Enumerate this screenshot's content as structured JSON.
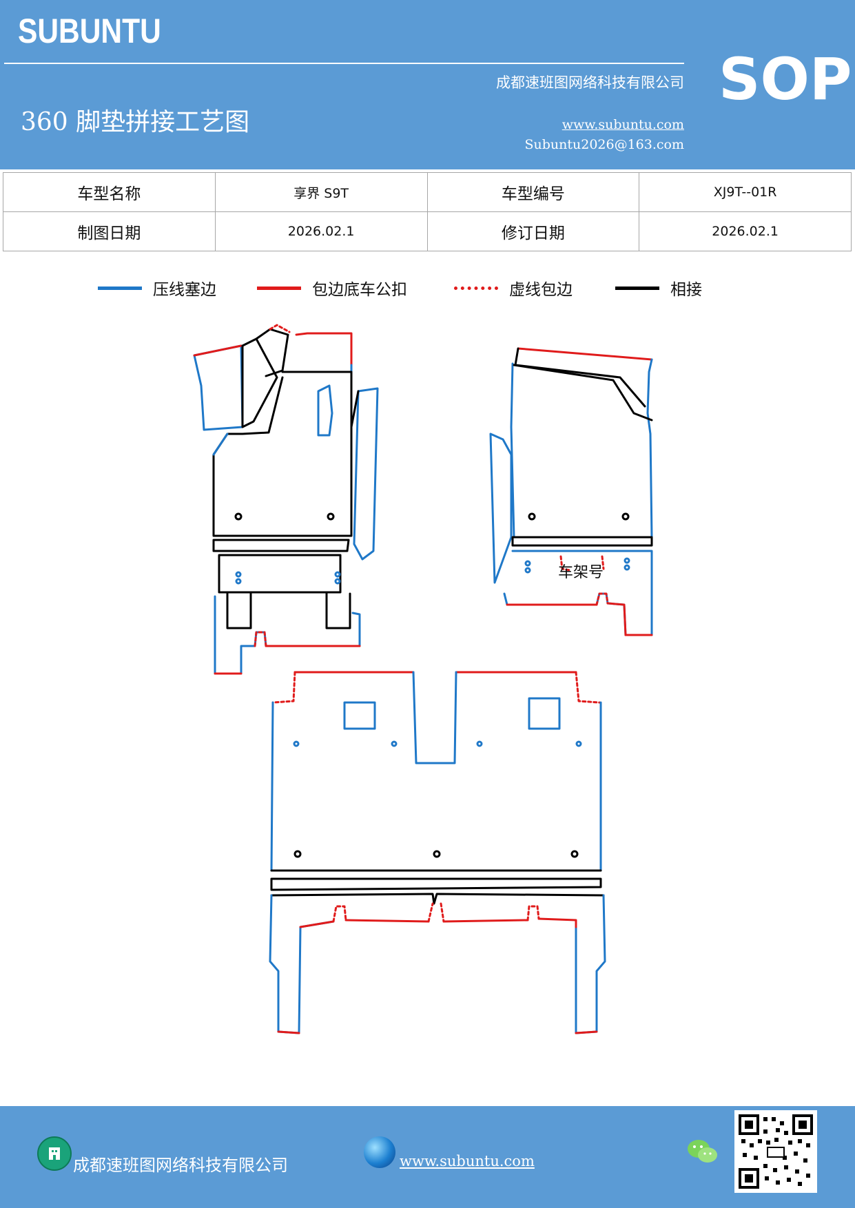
{
  "header": {
    "brand": "SUBUNTU",
    "company": "成都速班图网络科技有限公司",
    "title": "360 脚垫拼接工艺图",
    "website": "www.subuntu.com",
    "email": "Subuntu2026@163.com",
    "badge": "SOP"
  },
  "info_table": {
    "model_name_label": "车型名称",
    "model_name_value": "享界 S9T",
    "model_code_label": "车型编号",
    "model_code_value": "XJ9T--01R",
    "draw_date_label": "制图日期",
    "draw_date_value": "2026.02.1",
    "revise_date_label": "修订日期",
    "revise_date_value": "2026.02.1"
  },
  "legend": [
    {
      "label": "压线塞边",
      "color": "#1f78c8",
      "style": "solid"
    },
    {
      "label": "包边底车公扣",
      "color": "#e01b1b",
      "style": "solid"
    },
    {
      "label": "虚线包边",
      "color": "#e01b1b",
      "style": "dotted"
    },
    {
      "label": "相接",
      "color": "#000000",
      "style": "solid"
    }
  ],
  "diagram": {
    "frame_label": "车架号"
  },
  "footer": {
    "company": "成都速班图网络科技有限公司",
    "website": "www.subuntu.com",
    "icons": [
      "building-icon",
      "globe-icon",
      "wechat-icon",
      "qr-code"
    ]
  },
  "colors": {
    "header_bg": "#5b9bd5",
    "blue_line": "#1f78c8",
    "red_line": "#e01b1b",
    "black_line": "#000000"
  }
}
